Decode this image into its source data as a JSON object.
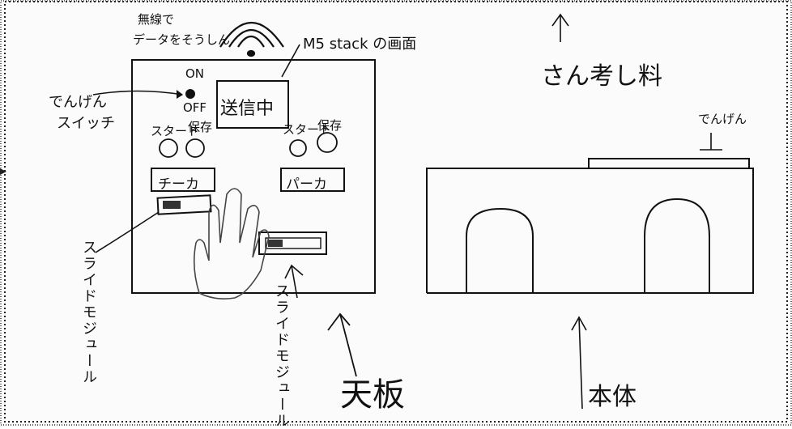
{
  "labels": {
    "wireless_line1": "無線で",
    "wireless_line2": "データをそうしん",
    "mstack_screen": "M5 stack の画面",
    "reference_material": "さん考し料",
    "power_switch_line1": "でんげん",
    "power_switch_line2": "スイッチ",
    "switch_on": "ON",
    "switch_off": "OFF",
    "sending": "送信中",
    "start_left": "スタート",
    "save_left": "保存",
    "start_right": "スタート",
    "save_right": "保存",
    "sneaker": "チーカ",
    "parka": "パーカ",
    "slide_module_left": "スライドモジュール",
    "slide_module_center": "スライドモジュール",
    "top_plate": "天板",
    "dengen_right": "でんげん",
    "body": "本体"
  }
}
